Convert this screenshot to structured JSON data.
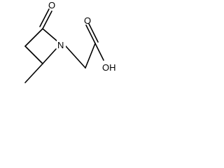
{
  "molecule": {
    "atoms": {
      "ring_nitrogen": "N",
      "ketone_oxygen": "O",
      "acid_hydroxyl": "OH",
      "acid_carbonyl_oxygen": "O"
    },
    "bond_color": "#000000",
    "background_color": "#ffffff"
  }
}
